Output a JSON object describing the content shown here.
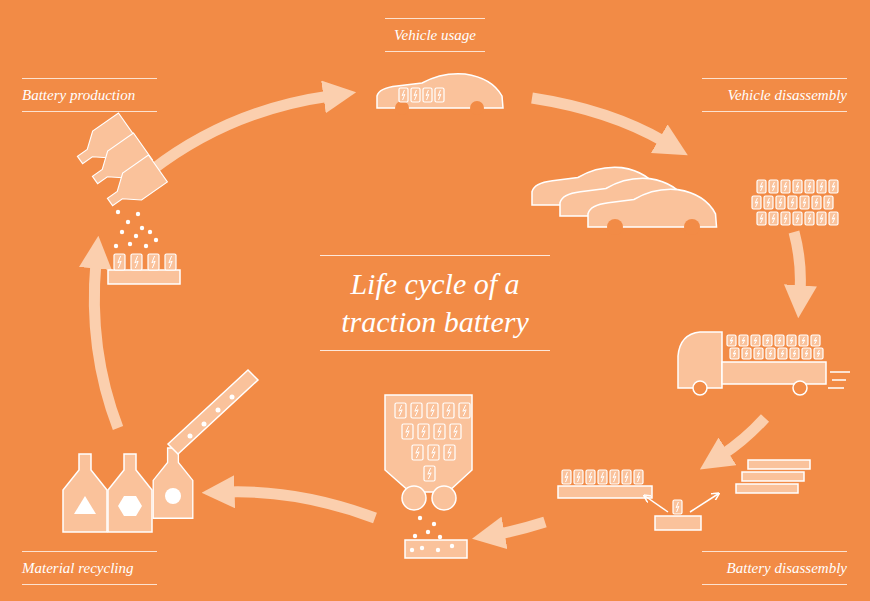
{
  "diagram": {
    "title": "Life cycle of a traction battery",
    "labels": [
      "Vehicle usage",
      "Battery production",
      "Vehicle disassembly",
      "Material recycling",
      "Battery disassembly"
    ]
  }
}
